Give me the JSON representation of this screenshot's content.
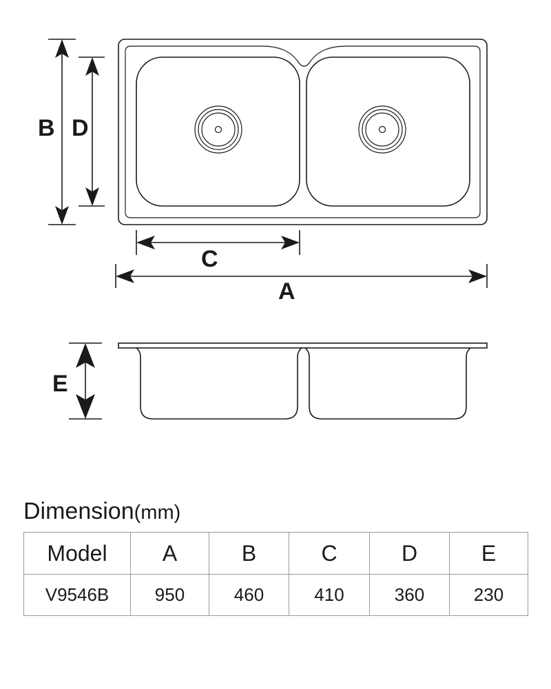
{
  "drawing": {
    "labels": {
      "a": "A",
      "b": "B",
      "c": "C",
      "d": "D",
      "e": "E"
    }
  },
  "dimension_title": {
    "main": "Dimension",
    "unit": "(mm)"
  },
  "table": {
    "headers": [
      "Model",
      "A",
      "B",
      "C",
      "D",
      "E"
    ],
    "rows": [
      [
        "V9546B",
        "950",
        "460",
        "410",
        "360",
        "230"
      ]
    ]
  }
}
